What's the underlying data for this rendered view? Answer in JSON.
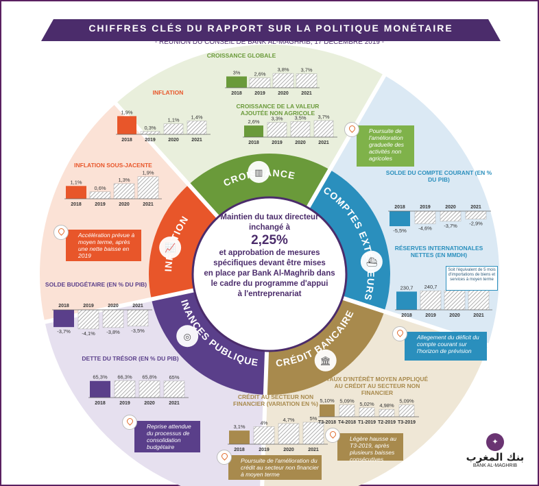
{
  "header": {
    "title": "CHIFFRES CLÉS DU RAPPORT SUR LA POLITIQUE MONÉTAIRE",
    "subtitle": "-   RÉUNION DU CONSEIL DE BANK AL-MAGHRIB, 17 DÉCEMBRE 2019   -"
  },
  "center": {
    "line1": "Maintien du taux directeur",
    "line2": "inchangé à",
    "rate": "2,25%",
    "line3": "et approbation de mesures",
    "line4": "spécifiques devant être mises",
    "line5": "en place par Bank Al-Maghrib dans",
    "line6": "le cadre du programme d'appui",
    "line7": "à l'entreprenariat"
  },
  "sections": {
    "croissance": "CROISSANCE",
    "comptes": "COMPTES EXTÉRIEURS",
    "credit": "CRÉDIT BANCAIRE",
    "finances": "FINANCES PUBLIQUES",
    "inflation": "INFLATION"
  },
  "colors": {
    "croissance": "#6a9a3a",
    "comptes": "#2a8fbd",
    "credit": "#a88a4d",
    "finances": "#5a3f8a",
    "inflation": "#e8562a",
    "purple": "#4b2c6b"
  },
  "icons": [
    "factory-icon",
    "ship-icon",
    "bank-icon",
    "coins-icon",
    "chart-icon",
    "pin-icon"
  ],
  "notes": {
    "croissance": "Poursuite de l'amélioration graduelle des activités non agricoles",
    "inflation": "Accélération prévue à moyen terme, après une nette baisse en 2019",
    "comptes": "Allegement du déficit du compte courant sur l'horizon de prévision",
    "finances": "Reprise attendue du processus de consolidation budgétaire",
    "credit_left": "Poursuite de l'amélioration du crédit au secteur non financier à moyen terme",
    "credit_right": "Légère hausse au T3-2019, après plusieurs baisses consécutives"
  },
  "reserves_note": "Soit l'équivalent de 5 mois d'importations de biens et services à moyen terme",
  "logo": {
    "arabic": "بنك المغرب",
    "latin": "BANK AL-MAGHRIB"
  },
  "chart_data": [
    {
      "id": "croissance-globale",
      "type": "bar",
      "title": "CROISSANCE GLOBALE",
      "categories": [
        "2018",
        "2019",
        "2020",
        "2021"
      ],
      "values": [
        3,
        2.6,
        3.8,
        3.7
      ],
      "labels": [
        "3%",
        "2,6%",
        "3,8%",
        "3,7%"
      ],
      "ylim": [
        0,
        4
      ]
    },
    {
      "id": "valeur-ajoutee",
      "type": "bar",
      "title": "CROISSANCE DE LA VALEUR AJOUTÉE NON AGRICOLE",
      "categories": [
        "2018",
        "2019",
        "2020",
        "2021"
      ],
      "values": [
        2.6,
        3.3,
        3.5,
        3.7
      ],
      "labels": [
        "2,6%",
        "3,3%",
        "3,5%",
        "3,7%"
      ],
      "ylim": [
        0,
        4
      ]
    },
    {
      "id": "inflation",
      "type": "bar",
      "title": "INFLATION",
      "categories": [
        "2018",
        "2019",
        "2020",
        "2021"
      ],
      "values": [
        1.9,
        0.3,
        1.1,
        1.4
      ],
      "labels": [
        "1,9%",
        "0,3%",
        "1,1%",
        "1,4%"
      ],
      "ylim": [
        0,
        2
      ]
    },
    {
      "id": "inflation-sous-jacente",
      "type": "bar",
      "title": "INFLATION SOUS-JACENTE",
      "categories": [
        "2018",
        "2019",
        "2020",
        "2021"
      ],
      "values": [
        1.1,
        0.6,
        1.3,
        1.9
      ],
      "labels": [
        "1,1%",
        "0,6%",
        "1,3%",
        "1,9%"
      ],
      "ylim": [
        0,
        2
      ]
    },
    {
      "id": "solde-courant",
      "type": "bar",
      "title": "SOLDE DU COMPTE COURANT (EN % DU PIB)",
      "categories": [
        "2018",
        "2019",
        "2020",
        "2021"
      ],
      "values": [
        -5.5,
        -4.6,
        -3.7,
        -2.9
      ],
      "labels": [
        "-5,5%",
        "-4,6%",
        "-3,7%",
        "-2,9%"
      ],
      "ylim": [
        -6,
        0
      ]
    },
    {
      "id": "reserves",
      "type": "bar",
      "title": "RÉSERVES INTERNATIONALES NETTES (EN MMDH)",
      "categories": [
        "2018",
        "2019",
        "2020",
        "2021"
      ],
      "values": [
        230.7,
        240.7,
        242.7,
        248.2
      ],
      "labels": [
        "230,7",
        "240,7",
        "242,7",
        "248,2"
      ],
      "ylim": [
        0,
        260
      ]
    },
    {
      "id": "solde-budgetaire",
      "type": "bar",
      "title": "SOLDE BUDGÉTAIRE (EN % DU PIB)",
      "categories": [
        "2018",
        "2019",
        "2020",
        "2021"
      ],
      "values": [
        -3.7,
        -4.1,
        -3.8,
        -3.5
      ],
      "labels": [
        "-3,7%",
        "-4,1%",
        "-3,8%",
        "-3,5%"
      ],
      "ylim": [
        -5,
        0
      ]
    },
    {
      "id": "dette-tresor",
      "type": "bar",
      "title": "DETTE DU TRÉSOR (EN % DU PIB)",
      "categories": [
        "2018",
        "2019",
        "2020",
        "2021"
      ],
      "values": [
        65.3,
        66.3,
        65.8,
        65
      ],
      "labels": [
        "65,3%",
        "66,3%",
        "65,8%",
        "65%"
      ],
      "ylim": [
        0,
        70
      ]
    },
    {
      "id": "credit-non-financier",
      "type": "bar",
      "title": "CRÉDIT AU SECTEUR NON FINANCIER (VARIATION EN %)",
      "categories": [
        "2018",
        "2019",
        "2020",
        "2021"
      ],
      "values": [
        3.1,
        4,
        4.7,
        5
      ],
      "labels": [
        "3,1%",
        "4%",
        "4,7%",
        "5%"
      ],
      "ylim": [
        0,
        5
      ]
    },
    {
      "id": "taux-interet",
      "type": "bar",
      "title": "TAUX D'INTÉRÊT MOYEN APPLIQUÉ AU CRÉDIT AU SECTEUR NON FINANCIER",
      "categories": [
        "T3-2018",
        "T4-2018",
        "T1-2019",
        "T2-2019",
        "T3-2019"
      ],
      "values": [
        5.1,
        5.09,
        5.02,
        4.98,
        5.09
      ],
      "labels": [
        "5,10%",
        "5,09%",
        "5,02%",
        "4,98%",
        "5,09%"
      ],
      "ylim": [
        4.8,
        5.2
      ]
    }
  ]
}
